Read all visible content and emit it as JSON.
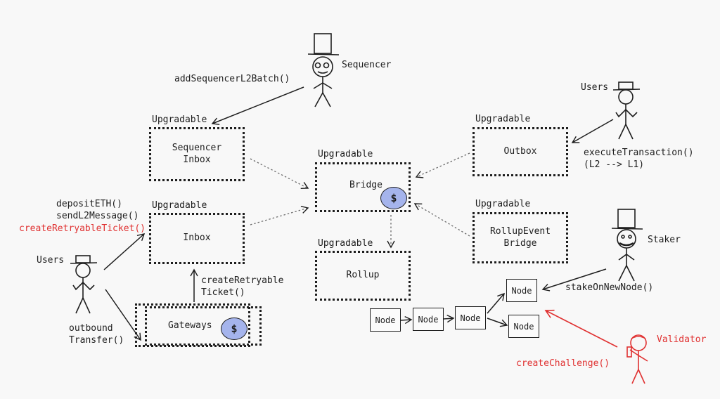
{
  "upgradable_label": "Upgradable",
  "boxes": {
    "sequencer_inbox": [
      "Sequencer",
      "Inbox"
    ],
    "inbox": "Inbox",
    "gateways": "Gateways",
    "bridge": "Bridge",
    "rollup": "Rollup",
    "outbox": "Outbox",
    "rollup_event_bridge": [
      "RollupEvent",
      "Bridge"
    ]
  },
  "coin_symbol": "$",
  "node_label": "Node",
  "actors": {
    "sequencer": "Sequencer",
    "users_left": "Users",
    "users_right": "Users",
    "staker": "Staker",
    "validator": "Validator"
  },
  "calls": {
    "add_sequencer_batch": "addSequencerL2Batch()",
    "deposit_eth": "depositETH()",
    "send_l2_message": "sendL2Message()",
    "create_retryable_ticket": "createRetryableTicket()",
    "create_retryable_multiline": [
      "createRetryable",
      "Ticket()"
    ],
    "outbound_transfer": [
      "outbound",
      "Transfer()"
    ],
    "execute_transaction": [
      "executeTransaction()",
      "(L2 --> L1)"
    ],
    "stake_on_new_node": "stakeOnNewNode()",
    "create_challenge": "createChallenge()"
  },
  "colors": {
    "ink": "#1e1e1e",
    "accent_red": "#e03131",
    "coin_fill": "#a5b4ec",
    "background": "#f8f8f8"
  }
}
